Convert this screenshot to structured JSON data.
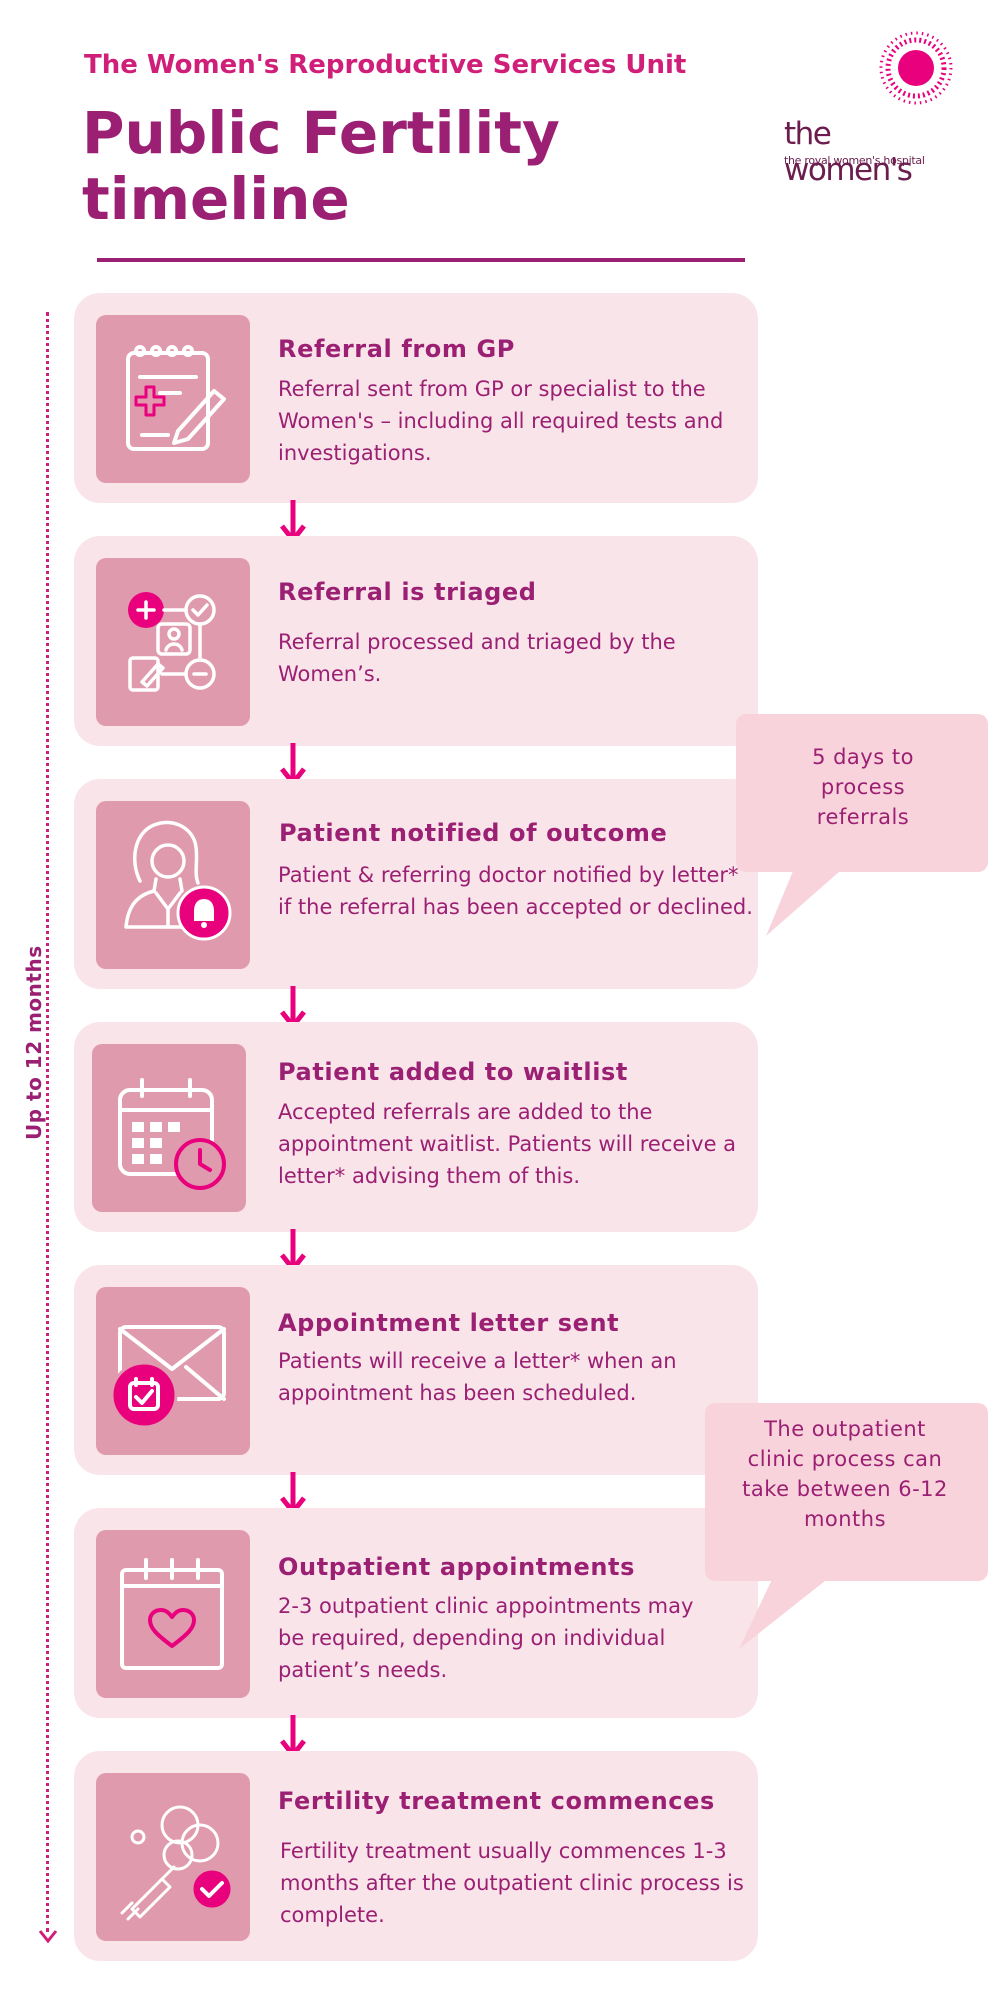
{
  "header": {
    "unit": "The Women's Reproductive Services Unit",
    "title": "Public Fertility timeline"
  },
  "logo": {
    "wordmark": "the women's",
    "subtitle": "the royal women's hospital"
  },
  "timeline": {
    "label": "Up to 12 months"
  },
  "steps": [
    {
      "title": "Referral from GP",
      "description": "Referral sent from GP or specialist to the Women's – including all required tests and investigations.",
      "icon": "clipboard-pen-icon"
    },
    {
      "title": "Referral is triaged",
      "description": "Referral processed and triaged by the Women’s.",
      "icon": "triage-flow-icon"
    },
    {
      "title": "Patient notified of outcome",
      "description": "Patient & referring doctor notified by letter* if the referral has been accepted or declined.",
      "icon": "doctor-bell-icon"
    },
    {
      "title": "Patient added to waitlist",
      "description": "Accepted referrals are added to the appointment waitlist. Patients will receive a letter* advising them of this.",
      "icon": "calendar-clock-icon"
    },
    {
      "title": "Appointment letter sent",
      "description": "Patients will receive a letter* when an appointment has been scheduled.",
      "icon": "envelope-calendar-icon"
    },
    {
      "title": "Outpatient appointments",
      "description": "2-3 outpatient clinic appointments may be required, depending on individual patient’s needs.",
      "icon": "calendar-heart-icon"
    },
    {
      "title": "Fertility treatment commences",
      "description": "Fertility treatment usually commences 1-3 months after the outpatient clinic process is complete.",
      "icon": "syringe-cells-icon"
    }
  ],
  "callouts": [
    {
      "text": "5 days to process referrals"
    },
    {
      "text": "The outpatient clinic process can take between 6-12 months"
    }
  ],
  "colors": {
    "magenta": "#cf1f79",
    "plum": "#9b1f72",
    "card": "#f9e4ea",
    "icon_tile": "#e09aad",
    "callout": "#f9d3dc"
  }
}
